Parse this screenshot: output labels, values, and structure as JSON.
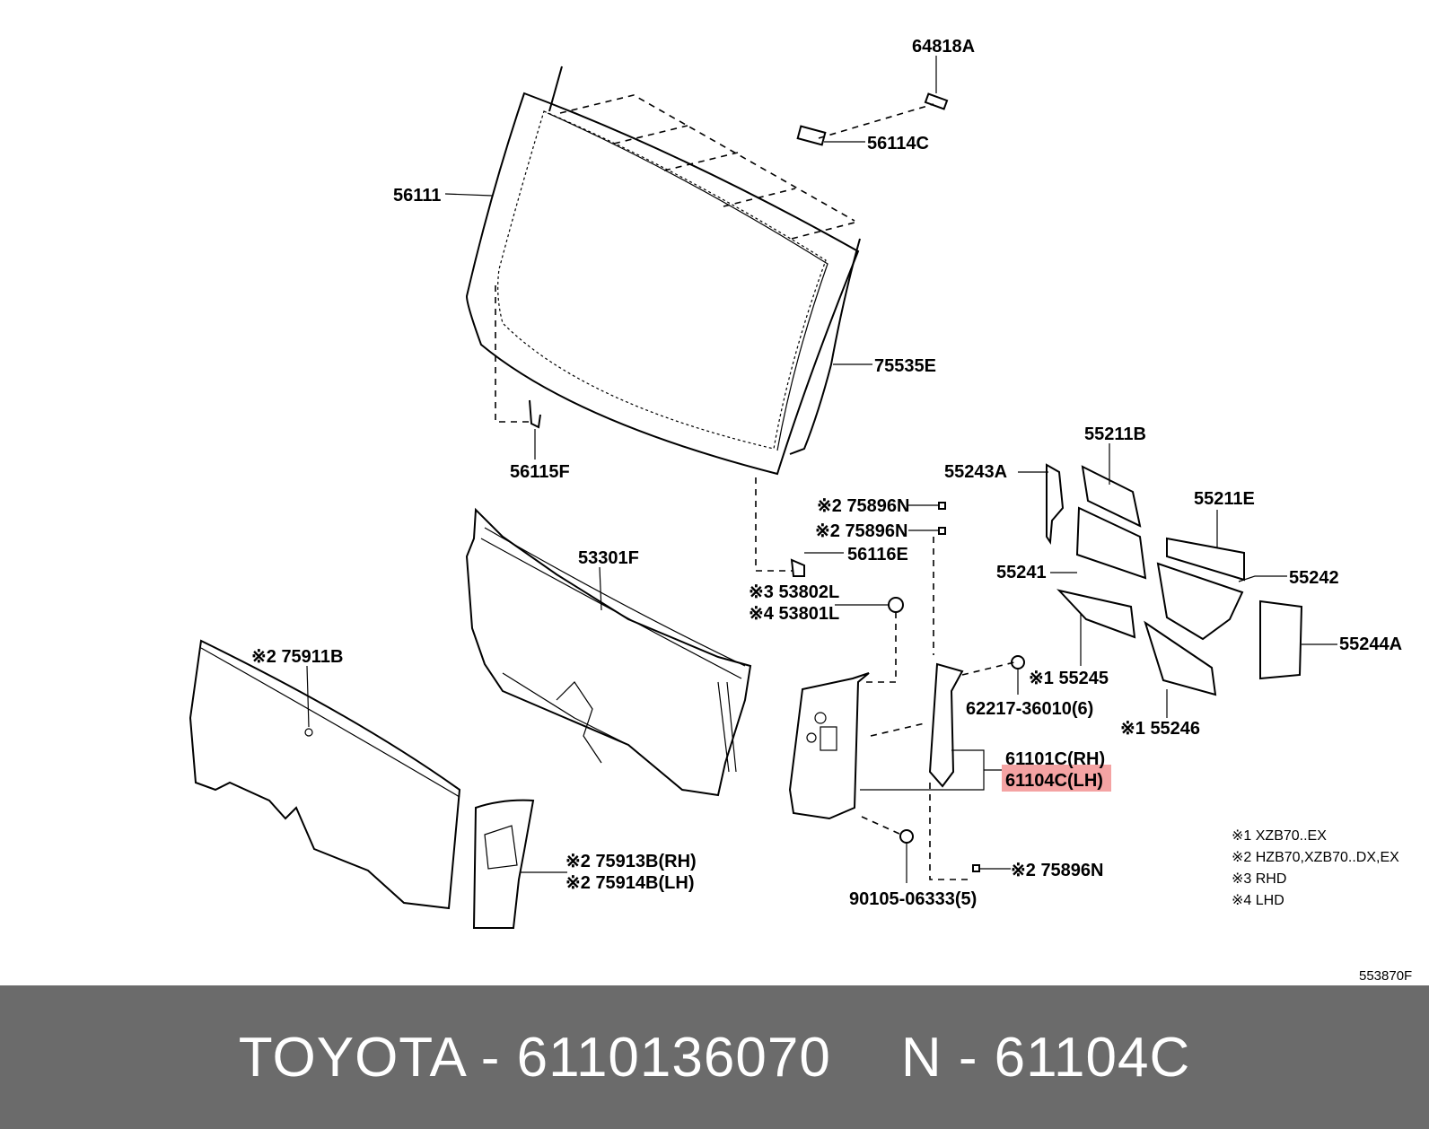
{
  "labels": {
    "l64818A": "64818A",
    "l56114C": "56114C",
    "l56111": "56111",
    "l75535E": "75535E",
    "l56115F": "56115F",
    "l55211B": "55211B",
    "l55243A": "55243A",
    "l55211E": "55211E",
    "l55241": "55241",
    "l55242": "55242",
    "l55244A": "55244A",
    "l75896N_a": "※2 75896N",
    "l75896N_b": "※2 75896N",
    "l56116E": "56116E",
    "l53301F": "53301F",
    "l53802L": "※3 53802L",
    "l53801L": "※4 53801L",
    "l55245": "※1 55245",
    "l62217": "62217-36010(6)",
    "l55246": "※1 55246",
    "l61101C": "61101C(RH)",
    "l61104C": "61104C(LH)",
    "l75911B": "※2 75911B",
    "l75913B": "※2 75913B(RH)",
    "l75914B": "※2 75914B(LH)",
    "l75896N_c": "※2 75896N",
    "l90105": "90105-06333(5)"
  },
  "notes": {
    "n1": "※1 XZB70..EX",
    "n2": "※2 HZB70,XZB70..DX,EX",
    "n3": "※3 RHD",
    "n4": "※4 LHD"
  },
  "diagram_code": "553870F",
  "highlight_color": "#f4a3a3",
  "footer": {
    "brand_part": "TOYOTA - 6110136070",
    "ref": "N - 61104C"
  }
}
